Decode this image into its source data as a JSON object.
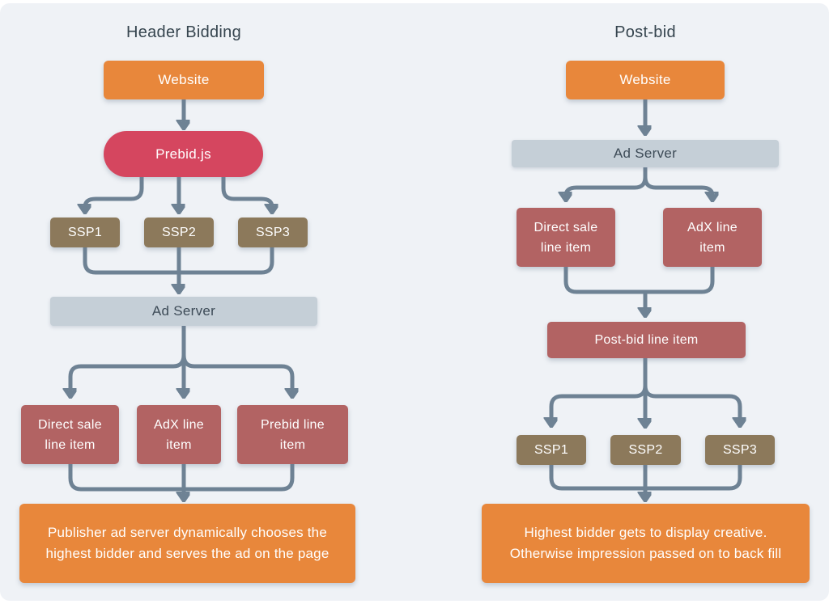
{
  "colors": {
    "background": "#EFF2F6",
    "orange": "#E8873B",
    "crimson": "#D5465F",
    "brown": "#8C795B",
    "maroon": "#B26363",
    "gray_bar": "#C5CFD7",
    "arrow": "#6E8294",
    "title_text": "#36454F"
  },
  "left": {
    "title": "Header Bidding",
    "website_label": "Website",
    "prebid_label": "Prebid.js",
    "ssp_labels": [
      "SSP1",
      "SSP2",
      "SSP3"
    ],
    "ad_server_label": "Ad Server",
    "line_item_labels": [
      "Direct sale line item",
      "AdX line item",
      "Prebid line item"
    ],
    "summary": "Publisher ad server dynamically chooses the highest bidder and serves the ad on the page"
  },
  "right": {
    "title": "Post-bid",
    "website_label": "Website",
    "ad_server_label": "Ad Server",
    "line_item_labels": [
      "Direct sale line item",
      "AdX line item"
    ],
    "postbid_line_item_label": "Post-bid line item",
    "ssp_labels": [
      "SSP1",
      "SSP2",
      "SSP3"
    ],
    "summary": "Highest bidder gets to display creative. Otherwise impression passed on to back fill"
  }
}
